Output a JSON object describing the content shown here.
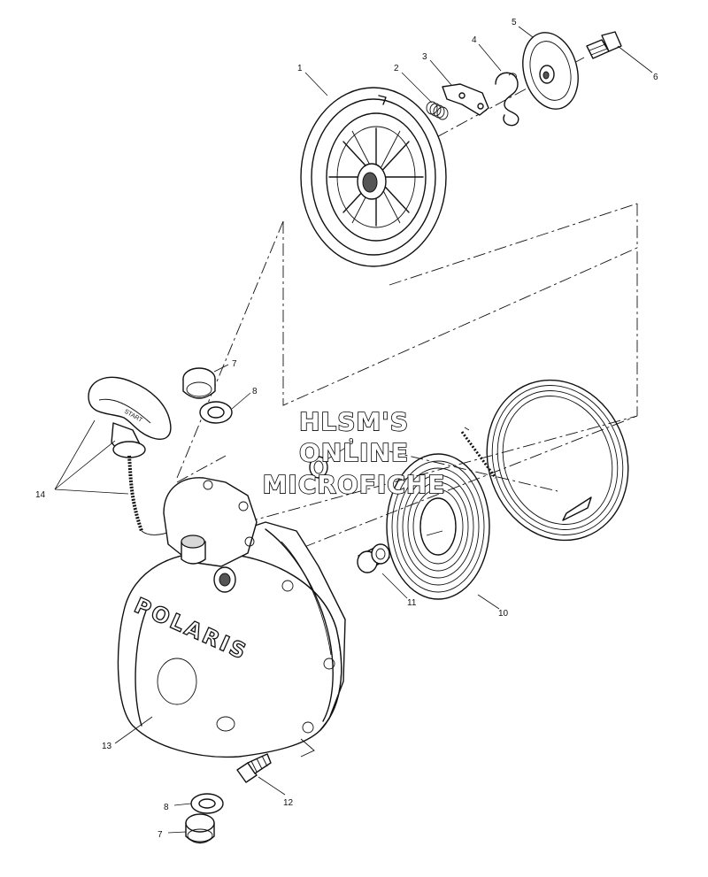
{
  "watermark": {
    "line1": "HLSM'S",
    "line2": "ONLINE",
    "line3": "MICROFICHE"
  },
  "logo_text": "POLARIS",
  "handle_text": "START",
  "callouts": [
    {
      "id": "c1",
      "text": "1"
    },
    {
      "id": "c2",
      "text": "2"
    },
    {
      "id": "c3",
      "text": "3"
    },
    {
      "id": "c4",
      "text": "4"
    },
    {
      "id": "c5",
      "text": "5"
    },
    {
      "id": "c6",
      "text": "6"
    },
    {
      "id": "c7a",
      "text": "7"
    },
    {
      "id": "c8a",
      "text": "8"
    },
    {
      "id": "c9",
      "text": "9"
    },
    {
      "id": "c10",
      "text": "10"
    },
    {
      "id": "c11",
      "text": "11"
    },
    {
      "id": "c12",
      "text": "12"
    },
    {
      "id": "c13",
      "text": "13"
    },
    {
      "id": "c14",
      "text": "14"
    },
    {
      "id": "c8b",
      "text": "8"
    },
    {
      "id": "c7b",
      "text": "7"
    }
  ]
}
